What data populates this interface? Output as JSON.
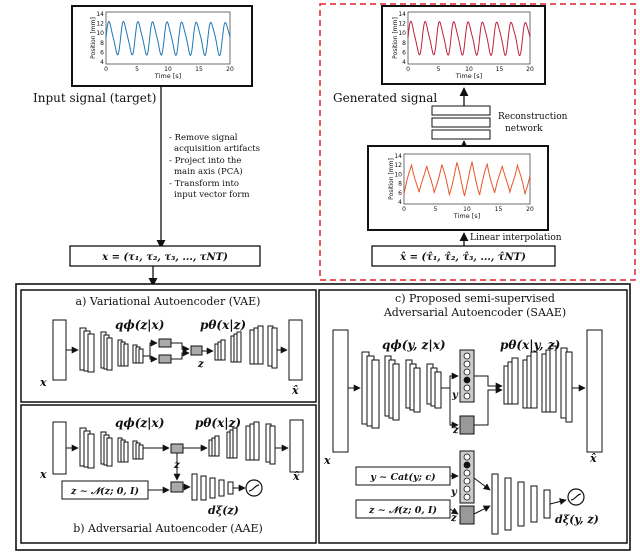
{
  "input_signal": {
    "label": "Input signal (target)",
    "ylabel": "Position [mm]",
    "xlabel": "Time [s]",
    "yticks": [
      "14",
      "12",
      "10",
      "8",
      "6",
      "4"
    ],
    "xticks": [
      "0",
      "5",
      "10",
      "15",
      "20"
    ],
    "color": "#1f77b4"
  },
  "preprocessing_steps": [
    "- Remove signal",
    "acquisition artifacts",
    "- Project into the",
    "main axis (PCA)",
    "- Transform into",
    "input vector form"
  ],
  "input_vector": "x = (τ₁, τ₂, τ₃, ..., τNT)",
  "generated_signal": {
    "label": "Generated signal",
    "ylabel": "Position [mm]",
    "xlabel": "Time [s]",
    "yticks": [
      "14",
      "12",
      "10",
      "8",
      "6",
      "4"
    ],
    "xticks": [
      "0",
      "5",
      "10",
      "15",
      "20"
    ],
    "color": "#c0203a"
  },
  "reconstruction_network_label": [
    "Reconstruction",
    "network"
  ],
  "interpolated_signal": {
    "ylabel": "Position [mm]",
    "xlabel": "Time [s]",
    "yticks": [
      "14",
      "12",
      "10",
      "8",
      "6",
      "4"
    ],
    "xticks": [
      "0",
      "5",
      "10",
      "15",
      "20"
    ],
    "color": "#e8552a"
  },
  "linear_interpolation_label": "Linear interpolation",
  "output_vector": "x̂ = (τ̂₁, τ̂₂, τ̂₃, ..., τ̂NT)",
  "vae": {
    "title": "a) Variational Autoencoder (VAE)",
    "encoder": "qϕ(z|x)",
    "decoder": "pθ(x|z)",
    "z": "z",
    "input": "x",
    "output": "x̂"
  },
  "aae": {
    "title": "b) Adversarial Autoencoder (AAE)",
    "encoder": "qϕ(z|x)",
    "decoder": "pθ(x|z)",
    "prior": "z ∼ 𝒩(z; 0, I)",
    "discriminator": "dξ(z)",
    "z": "z",
    "input": "x",
    "output": "x̂"
  },
  "saae": {
    "title_line1": "c) Proposed semi-supervised",
    "title_line2": "Adversarial Autoencoder (SAAE)",
    "encoder": "qϕ(y, z|x)",
    "decoder": "pθ(x|y, z)",
    "cat_prior": "y ∼ Cat(y; c)",
    "gauss_prior": "z ∼ 𝒩(z; 0, I)",
    "discriminator": "dξ(y, z)",
    "y": "y",
    "z": "z",
    "input": "x",
    "output": "x̂"
  }
}
